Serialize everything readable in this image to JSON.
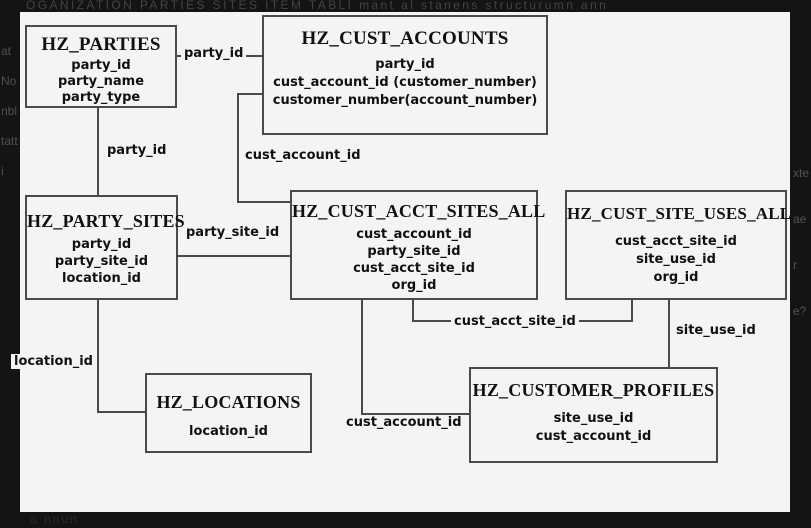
{
  "diagram": {
    "background_color": "#f4f4f3",
    "frame_color": "#141414",
    "line_color": "#4a4a4a",
    "text_color": "#111111",
    "bleed_top": "OGANIZATION  PARTIES   SITES   ITEM   TABLI    mant al  stanens   structurumn   ann",
    "bleed_left": "atNonbltatti",
    "bleed_right": "xteaere?",
    "bleed_bottom": "a  nnun"
  },
  "entities": [
    {
      "id": "hz-parties",
      "title": "HZ_PARTIES",
      "fields": [
        "party_id",
        "party_name",
        "party_type"
      ]
    },
    {
      "id": "hz-cust-accounts",
      "title": "HZ_CUST_ACCOUNTS",
      "fields": [
        "party_id",
        "cust_account_id (customer_number)",
        "customer_number(account_number)"
      ]
    },
    {
      "id": "hz-party-sites",
      "title": "HZ_PARTY_SITES",
      "fields": [
        "party_id",
        "party_site_id",
        "location_id"
      ]
    },
    {
      "id": "hz-cust-acct-sites-all",
      "title": "HZ_CUST_ACCT_SITES_ALL",
      "fields": [
        "cust_account_id",
        "party_site_id",
        "cust_acct_site_id",
        "org_id"
      ]
    },
    {
      "id": "hz-cust-site-uses-all",
      "title": "HZ_CUST_SITE_USES_ALL",
      "fields": [
        "cust_acct_site_id",
        "site_use_id",
        "org_id"
      ]
    },
    {
      "id": "hz-locations",
      "title": "HZ_LOCATIONS",
      "fields": [
        "location_id"
      ]
    },
    {
      "id": "hz-customer-profiles",
      "title": "HZ_CUSTOMER_PROFILES",
      "fields": [
        "site_use_id",
        "cust_account_id"
      ]
    }
  ],
  "relationships": [
    {
      "id": "rel-parties-accounts",
      "label": "party_id",
      "from": "hz-parties",
      "to": "hz-cust-accounts"
    },
    {
      "id": "rel-parties-party-sites",
      "label": "party_id",
      "from": "hz-parties",
      "to": "hz-party-sites"
    },
    {
      "id": "rel-accounts-acct-sites",
      "label": "cust_account_id",
      "from": "hz-cust-accounts",
      "to": "hz-cust-acct-sites-all"
    },
    {
      "id": "rel-party-sites-acct-sites",
      "label": "party_site_id",
      "from": "hz-party-sites",
      "to": "hz-cust-acct-sites-all"
    },
    {
      "id": "rel-party-sites-locations",
      "label": "location_id",
      "from": "hz-party-sites",
      "to": "hz-locations"
    },
    {
      "id": "rel-acct-sites-site-uses",
      "label": "cust_acct_site_id",
      "from": "hz-cust-acct-sites-all",
      "to": "hz-cust-site-uses-all"
    },
    {
      "id": "rel-acct-sites-profiles",
      "label": "cust_account_id",
      "from": "hz-cust-acct-sites-all",
      "to": "hz-customer-profiles"
    },
    {
      "id": "rel-site-uses-profiles",
      "label": "site_use_id",
      "from": "hz-cust-site-uses-all",
      "to": "hz-customer-profiles"
    }
  ]
}
